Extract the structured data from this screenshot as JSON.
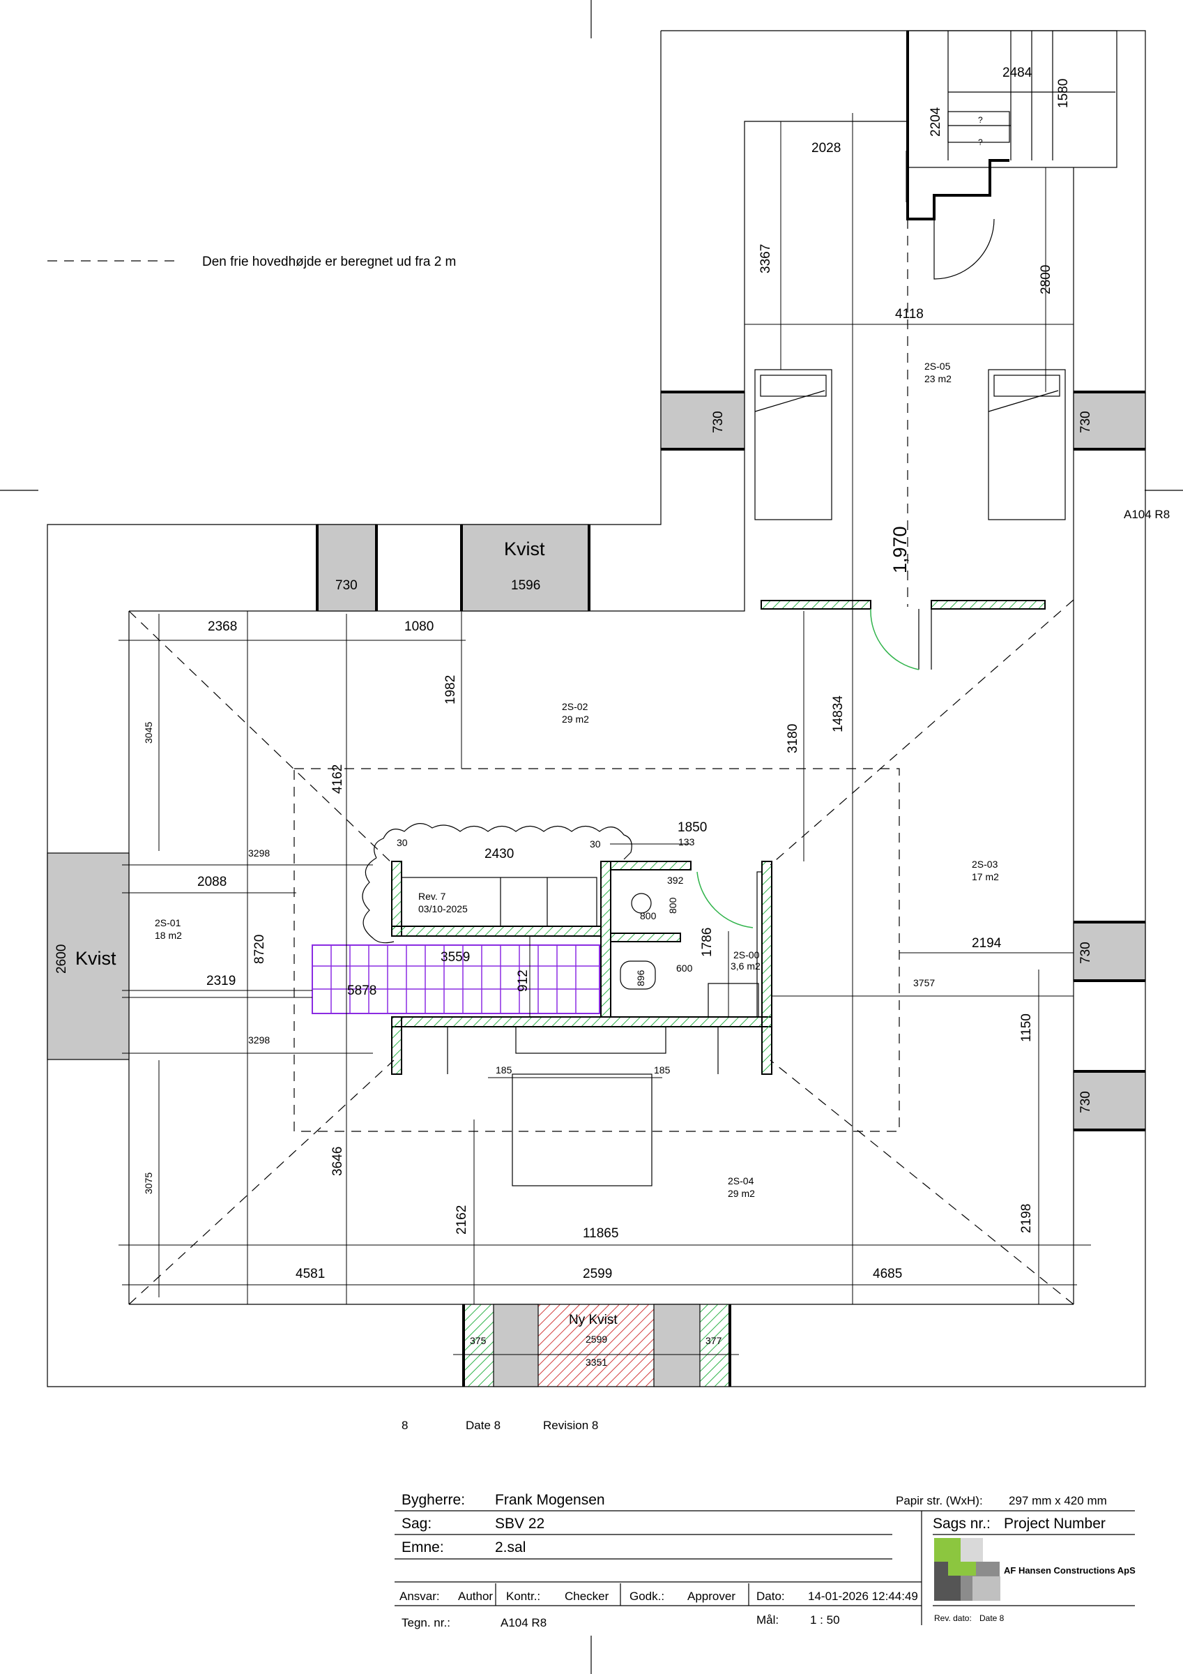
{
  "legend": {
    "text": "Den frie hovedhøjde er beregnet ud fra 2 m"
  },
  "sheet_ref": "A104 R8",
  "height_label": "1,970",
  "rooms": [
    {
      "id": "2S-05",
      "area": "23 m2"
    },
    {
      "id": "2S-02",
      "area": "29 m2"
    },
    {
      "id": "2S-03",
      "area": "17 m2"
    },
    {
      "id": "2S-01",
      "area": "18 m2"
    },
    {
      "id": "2S-00",
      "area": "3,6 m2"
    },
    {
      "id": "2S-04",
      "area": "29 m2"
    }
  ],
  "dormers": {
    "kvist": "Kvist",
    "ny_kvist": "Ny Kvist"
  },
  "revision_cloud": {
    "line1": "Rev. 7",
    "line2": "03/10-2025"
  },
  "dims": {
    "d2484": "2484",
    "d1580": "1580",
    "d2204": "2204",
    "d2028": "2028",
    "d3367": "3367",
    "d2800": "2800",
    "d4118": "4118",
    "d730": "730",
    "d1596": "1596",
    "d2368": "2368",
    "d1080": "1080",
    "d1982": "1982",
    "d3180": "3180",
    "d14834": "14834",
    "d3045": "3045",
    "d4162": "4162",
    "d30": "30",
    "d2430": "2430",
    "d1850": "1850",
    "d133": "133",
    "d392": "392",
    "d800": "800",
    "d1786": "1786",
    "d600": "600",
    "d896": "896",
    "d3298": "3298",
    "d2088": "2088",
    "d8720": "8720",
    "d2600": "2600",
    "d3559": "3559",
    "d912": "912",
    "d2319": "2319",
    "d5878": "5878",
    "d2194": "2194",
    "d3757": "3757",
    "d1150": "1150",
    "d185": "185",
    "d3075": "3075",
    "d3646": "3646",
    "d2162": "2162",
    "d2198": "2198",
    "d11865": "11865",
    "d4581": "4581",
    "d2599": "2599",
    "d4685": "4685",
    "d375": "375",
    "d377": "377",
    "d3351": "3351",
    "q": "?"
  },
  "revision_row": {
    "num": "8",
    "date": "Date 8",
    "revision": "Revision 8"
  },
  "titleblock": {
    "bygherre_label": "Bygherre:",
    "bygherre": "Frank Mogensen",
    "papir_label": "Papir str. (WxH):",
    "papir": "297 mm x 420 mm",
    "sag_label": "Sag:",
    "sag": "SBV 22",
    "sagsnr_label": "Sags nr.:",
    "sagsnr": "Project  Number",
    "emne_label": "Emne:",
    "emne": "2.sal",
    "ansvar_label": "Ansvar:",
    "ansvar": "Author",
    "kontr_label": "Kontr.:",
    "kontr": "Checker",
    "godk_label": "Godk.:",
    "godk": "Approver",
    "dato_label": "Dato:",
    "dato": "14-01-2026 12:44:49",
    "tegn_label": "Tegn. nr.:",
    "tegn": "A104 R8",
    "maal_label": "Mål:",
    "maal": "1 : 50",
    "company": "AF Hansen Constructions ApS",
    "revdato_label": "Rev. dato:",
    "revdato": "Date 8"
  },
  "colors": {
    "green": "#2fb34a",
    "purple": "#8a2be2",
    "red": "#d23c3c",
    "grey": "#c8c8c8",
    "logo_green": "#8cc63f"
  }
}
